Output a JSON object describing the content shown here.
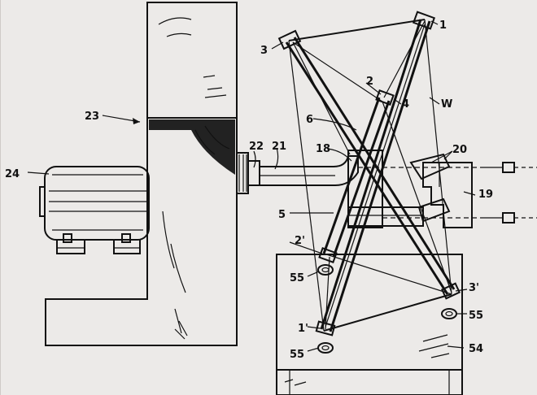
{
  "colors": {
    "paper": "#eceae8",
    "ink": "#111111"
  },
  "labels": {
    "l1": "1",
    "l2": "2",
    "l3": "3",
    "l4": "4",
    "l5": "5",
    "l6": "6",
    "l18": "18",
    "l19": "19",
    "l20": "20",
    "l21": "21",
    "l22": "22",
    "l23": "23",
    "l24": "24",
    "l54": "54",
    "l55a": "55",
    "l55b": "55",
    "l55c": "55",
    "lW": "W",
    "l1p": "1'",
    "l2p": "2'",
    "l3p": "3'"
  }
}
